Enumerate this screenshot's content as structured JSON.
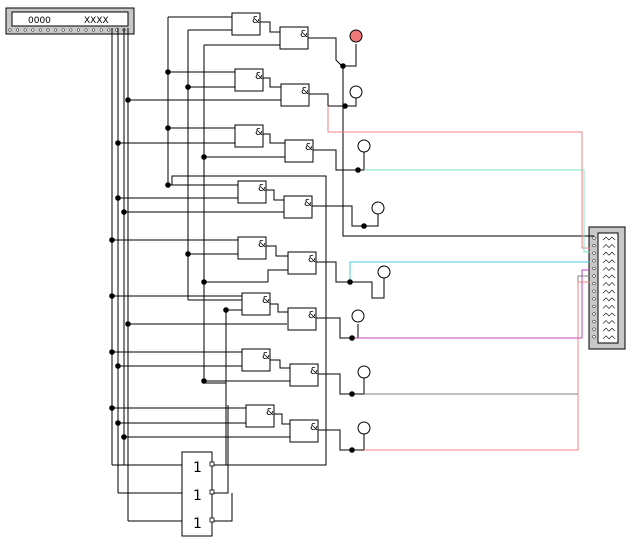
{
  "input_panel": {
    "left_text": "0000",
    "right_text": "XXXX"
  },
  "and_gate_label": "&",
  "or_gate_label": "1",
  "lamps": [
    {
      "id": 1,
      "state": "on"
    },
    {
      "id": 2,
      "state": "off"
    },
    {
      "id": 3,
      "state": "off"
    },
    {
      "id": 4,
      "state": "off"
    },
    {
      "id": 5,
      "state": "off"
    },
    {
      "id": 6,
      "state": "off"
    },
    {
      "id": 7,
      "state": "off"
    },
    {
      "id": 8,
      "state": "off"
    }
  ],
  "colors": {
    "wire": "#000000",
    "lamp_on": "#f07878",
    "lamp_off": "#ffffff",
    "panel": "#c8c8c8",
    "wire_pink": "#f08080",
    "wire_green": "#80e0c0",
    "wire_cyan": "#40c8e0",
    "wire_magenta": "#c040c0",
    "wire_gray": "#808080"
  }
}
